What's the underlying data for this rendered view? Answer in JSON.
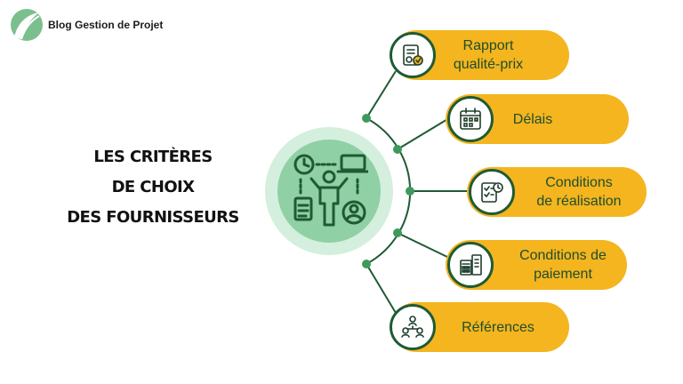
{
  "brand": {
    "name": "Blog Gestion de Projet",
    "logo_icon": "leaf-logo"
  },
  "title_lines": [
    "LES CRITÈRES",
    "DE CHOIX",
    "DES FOURNISSEURS"
  ],
  "colors": {
    "dark_green": "#1f5a34",
    "light_green": "#8fd0a4",
    "pale_green": "#d4efdd",
    "yellow": "#f4b51f",
    "text_green": "#1f4d2e"
  },
  "criteria": [
    {
      "label": "Rapport\nqualité-prix",
      "icon": "quality-report-icon"
    },
    {
      "label": "Délais",
      "icon": "calendar-icon"
    },
    {
      "label": "Conditions\nde réalisation",
      "icon": "checklist-clock-icon"
    },
    {
      "label": "Conditions de\npaiement",
      "icon": "payment-invoice-icon"
    },
    {
      "label": "Références",
      "icon": "network-people-icon"
    }
  ]
}
